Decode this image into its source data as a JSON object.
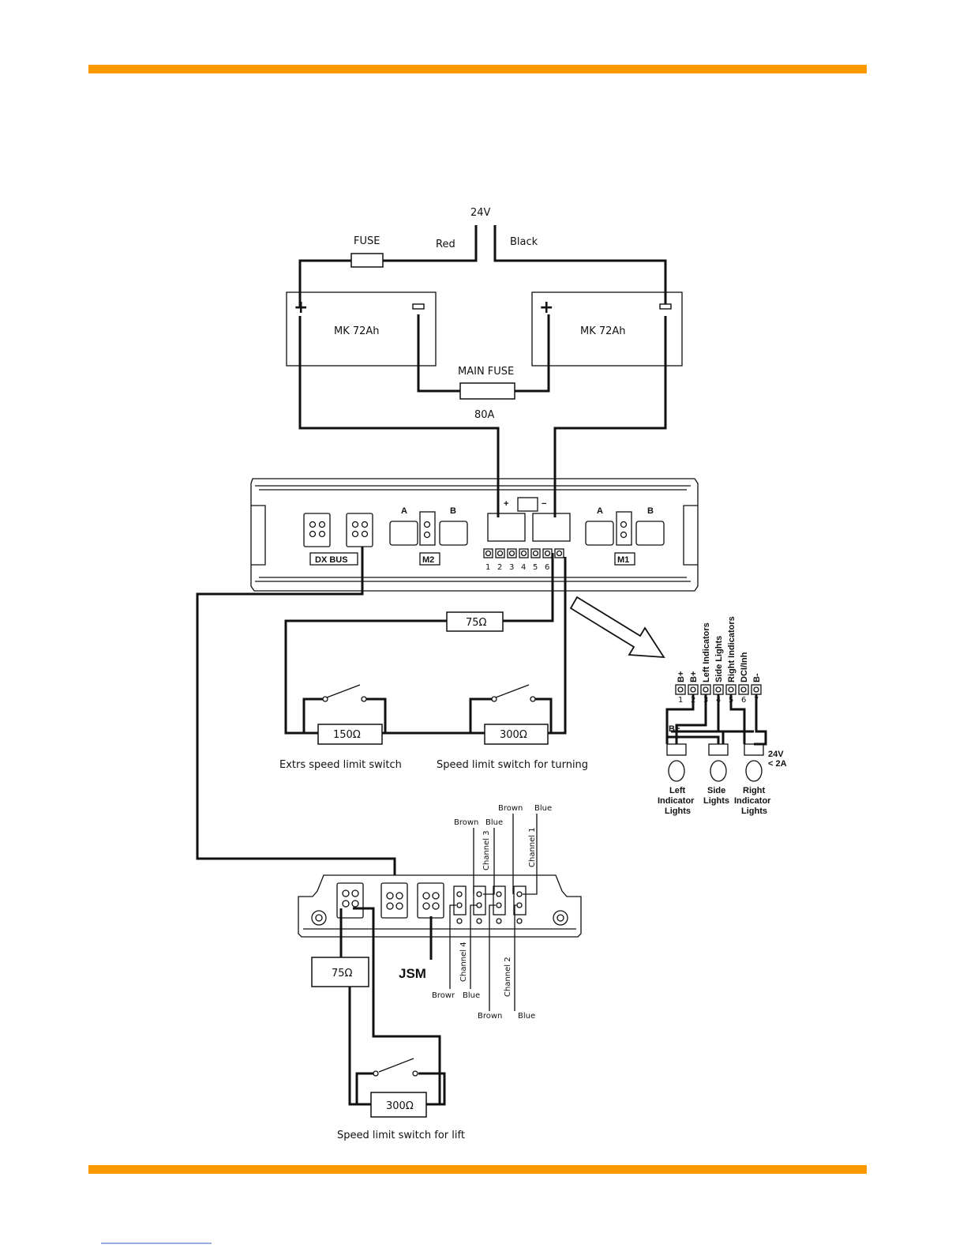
{
  "supply": {
    "voltage": "24V",
    "red": "Red",
    "black": "Black",
    "fuse": "FUSE"
  },
  "batteries": {
    "left": "MK 72Ah",
    "right": "MK 72Ah",
    "main_fuse": "MAIN FUSE",
    "main_fuse_rating": "80A"
  },
  "controller": {
    "dx_bus": "DX BUS",
    "m2": "M2",
    "m1": "M1",
    "a": "A",
    "b": "B",
    "plus": "+",
    "minus": "−",
    "pins": [
      "1",
      "2",
      "3",
      "4",
      "5",
      "6"
    ]
  },
  "speed_limit": {
    "r75": "75Ω",
    "r150": "150Ω",
    "r300": "300Ω",
    "extra_switch": "Extrs speed limit switch",
    "turning_switch": "Speed limit switch for turning"
  },
  "lights": {
    "pins": [
      "B+",
      "B+",
      "Left Indicators",
      "Side Lights",
      "Right Indicators",
      "DCI/Inh",
      "B-"
    ],
    "pin_numbers": [
      "1",
      "2",
      "3",
      "4",
      "5",
      "6",
      "7"
    ],
    "bplus": "B+",
    "rating_1": "24V",
    "rating_2": "< 2A",
    "left_lights": [
      "Left",
      "Indicator",
      "Lights"
    ],
    "side_lights": [
      "Side",
      "Lights"
    ],
    "right_lights": [
      "Right",
      "Indicator",
      "Lights"
    ]
  },
  "jsm": {
    "label": "JSM",
    "top_brown_1": "Brown",
    "top_blue_1": "Blue",
    "top_brown_2": "Brown",
    "top_blue_2": "Blue",
    "channel_3": "Channel 3",
    "channel_1": "Channel 1",
    "channel_4": "Channel 4",
    "channel_2": "Channel 2",
    "bot_brown_1": "Browr",
    "bot_blue_1": "Blue",
    "bot_brown_2": "Brown",
    "bot_blue_2": "Blue"
  },
  "lift": {
    "r75": "75Ω",
    "r300": "300Ω",
    "switch": "Speed limit switch for lift"
  },
  "colors": {
    "accent": "#FF9900",
    "line": "#111111"
  }
}
